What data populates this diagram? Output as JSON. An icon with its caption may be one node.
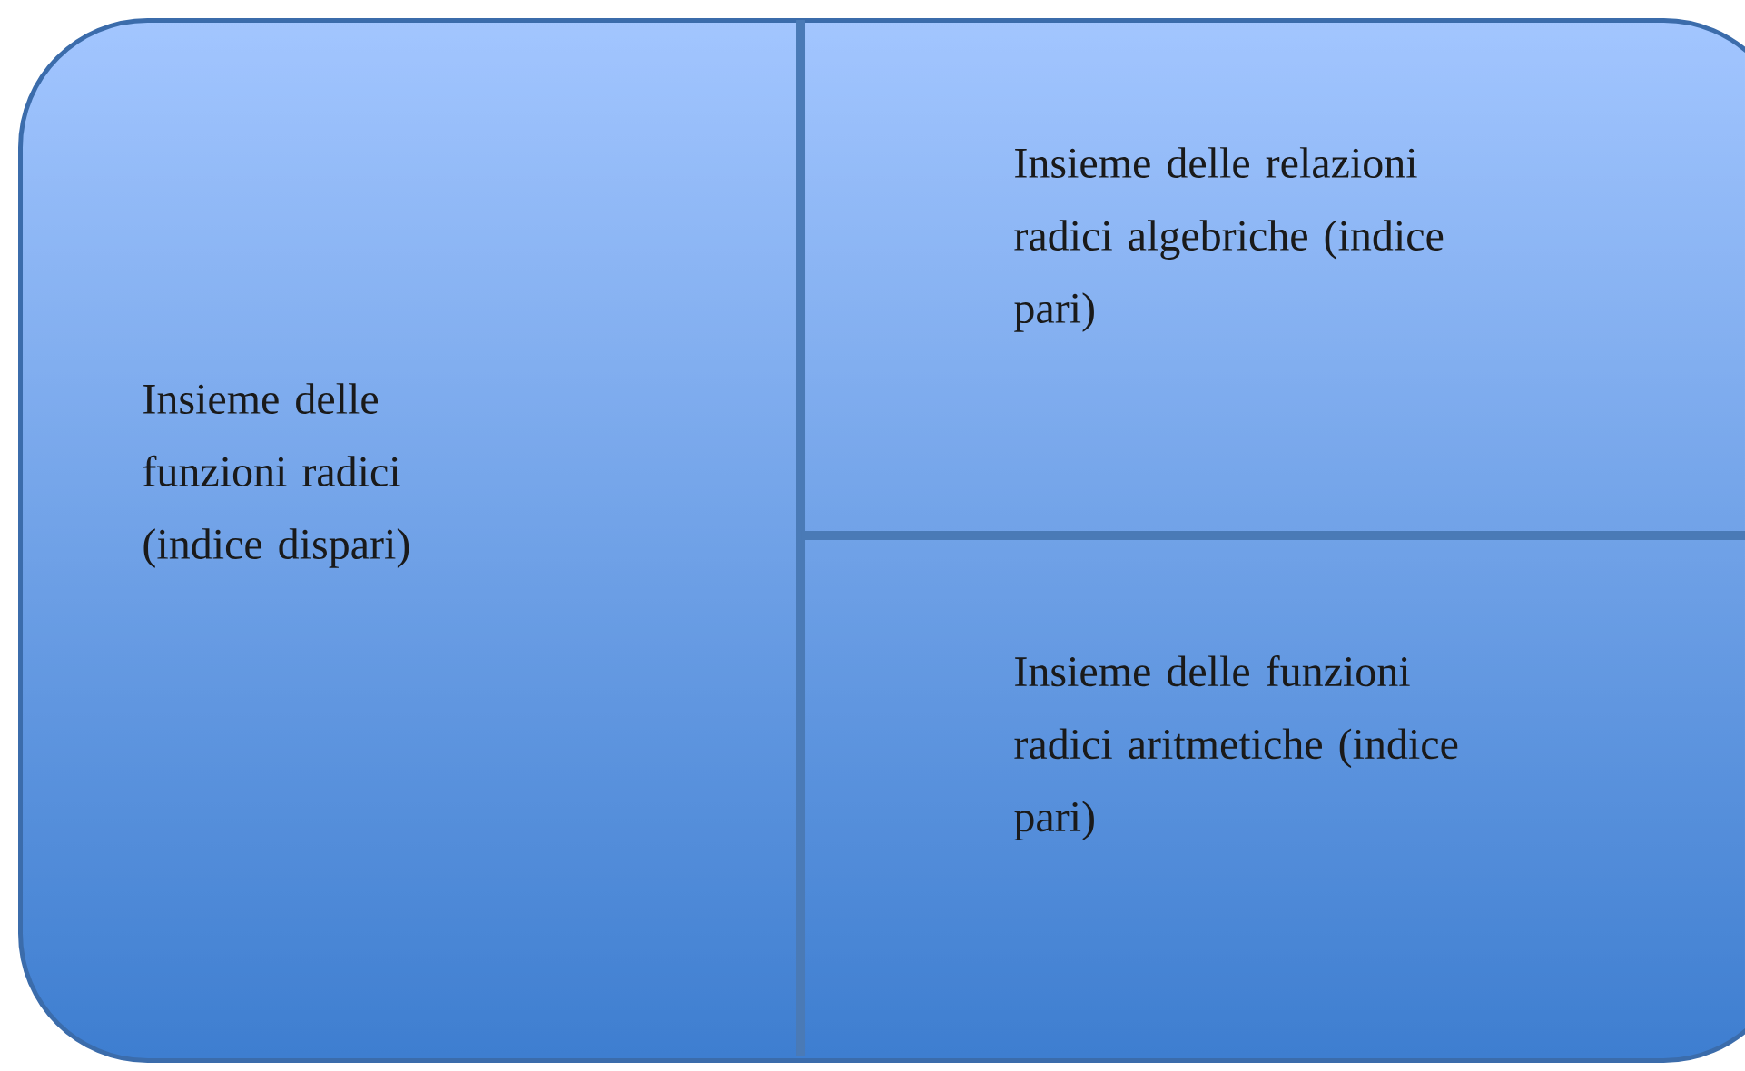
{
  "diagram": {
    "nodes": [
      {
        "text": [],
        "shape": "box"
      },
      {
        "text": [
          "Insieme delle funzioni radici (indice dispari)"
        ],
        "in": 0
      },
      {
        "text": [
          "Insieme delle relazioni radici algebriche (indice pari)"
        ],
        "in": 0
      },
      {
        "text": [
          "Insieme delle funzioni radici aritmetiche (indice pari)"
        ],
        "in": 0
      }
    ]
  }
}
